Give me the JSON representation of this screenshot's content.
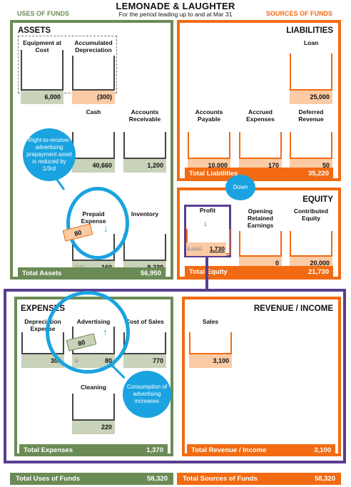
{
  "header": {
    "title": "LEMONADE & LAUGHTER",
    "subtitle": "For the period leading up to and at Mar 31",
    "uses_label": "USES OF FUNDS",
    "sources_label": "SOURCES OF FUNDS"
  },
  "assets": {
    "title": "ASSETS",
    "equipment": {
      "label": "Equipment at Cost",
      "value": "6,000"
    },
    "accum_dep": {
      "label": "Accumulated Depreciation",
      "value": "(300)"
    },
    "cash": {
      "label": "Cash",
      "value": "40,660"
    },
    "receivable": {
      "label": "Accounts Receivable",
      "value": "1,200"
    },
    "prepaid": {
      "label": "Prepaid Expense",
      "old_value": "240",
      "value": "160",
      "tag": "80"
    },
    "inventory": {
      "label": "Inventory",
      "value": "9,230"
    },
    "total_label": "Total Assets",
    "total_value": "56,950"
  },
  "liabilities": {
    "title": "LIABILITIES",
    "loan": {
      "label": "Loan",
      "value": "25,000"
    },
    "payable": {
      "label": "Accounts Payable",
      "value": "10,000"
    },
    "accrued": {
      "label": "Accrued Expenses",
      "value": "170"
    },
    "deferred": {
      "label": "Deferred Revenue",
      "value": "50"
    },
    "total_label": "Total Liabilities",
    "total_value": "35,220"
  },
  "equity": {
    "title": "EQUITY",
    "profit": {
      "label": "Profit",
      "old_value": "1,810",
      "value": "1,730"
    },
    "retained": {
      "label": "Opening Retained Earnings",
      "value": "0"
    },
    "contributed": {
      "label": "Contributed Equity",
      "value": "20,000"
    },
    "total_label": "Total Equity",
    "total_value": "21,730"
  },
  "expenses": {
    "title": "EXPENSES",
    "depreciation": {
      "label": "Depreciation Expense",
      "value": "300"
    },
    "advertising": {
      "label": "Advertising",
      "old_value": "0",
      "value": "80",
      "tag": "80"
    },
    "cost_of_sales": {
      "label": "Cost of Sales",
      "value": "770"
    },
    "cleaning": {
      "label": "Cleaning",
      "value": "220"
    },
    "total_label": "Total Expenses",
    "total_value": "1,370"
  },
  "revenue": {
    "title": "REVENUE / INCOME",
    "sales": {
      "label": "Sales",
      "value": "3,100"
    },
    "total_label": "Total Revenue / Income",
    "total_value": "3,100"
  },
  "totals": {
    "uses_label": "Total Uses of Funds",
    "uses_value": "58,320",
    "sources_label": "Total Sources of Funds",
    "sources_value": "58,320"
  },
  "callouts": {
    "prepaid_note": "Right-to-receive-advertising prepayment asset is reduced by 1/3rd",
    "down_note": "Down",
    "advertising_note": "Consumption of advertising increases"
  },
  "colors": {
    "green": "#6b8b55",
    "orange": "#f26b12",
    "purple": "#5a3d91",
    "blue": "#1aa3e0"
  }
}
